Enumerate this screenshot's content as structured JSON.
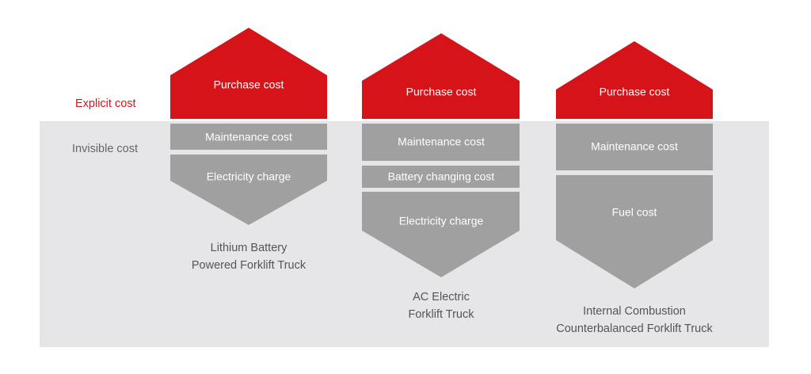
{
  "colors": {
    "explicit": "#d7131a",
    "segment": "#a0a0a0",
    "background_band": "#e6e6e8",
    "invisible_text": "#666666",
    "caption_text": "#555555"
  },
  "labels": {
    "explicit_cost": "Explicit cost",
    "invisible_cost": "Invisible cost"
  },
  "trucks": [
    {
      "caption_line1": "Lithium Battery",
      "caption_line2": "Powered Forklift Truck",
      "purchase": "Purchase cost",
      "hidden_costs": [
        "Maintenance cost",
        "Electricity charge"
      ]
    },
    {
      "caption_line1": "AC Electric",
      "caption_line2": "Forklift Truck",
      "purchase": "Purchase cost",
      "hidden_costs": [
        "Maintenance cost",
        "Battery changing cost",
        "Electricity charge"
      ]
    },
    {
      "caption_line1": "Internal Combustion",
      "caption_line2": "Counterbalanced Forklift Truck",
      "purchase": "Purchase cost",
      "hidden_costs": [
        "Maintenance cost",
        "Fuel cost"
      ]
    }
  ]
}
